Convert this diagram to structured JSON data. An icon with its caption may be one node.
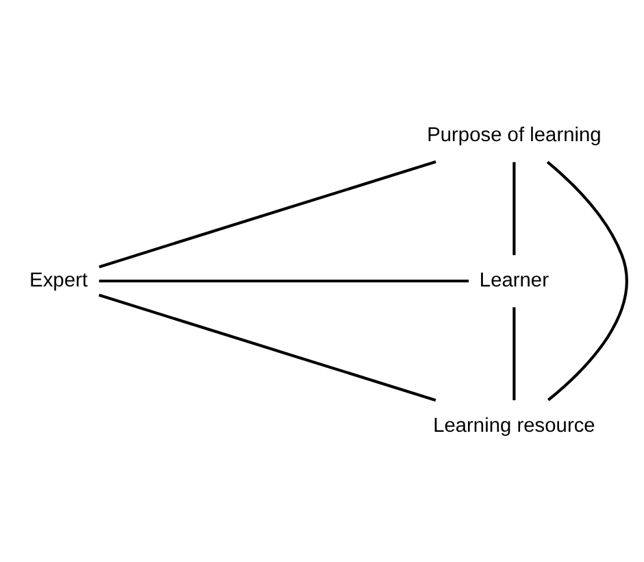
{
  "diagram": {
    "nodes": [
      {
        "text": [
          "Purpose of learning"
        ]
      },
      {
        "text": [
          "Expert"
        ]
      },
      {
        "text": [
          "Learner"
        ]
      },
      {
        "text": [
          "Learning resource"
        ]
      }
    ],
    "edges": [
      {
        "from": 0,
        "to": 1,
        "arrow": "none"
      },
      {
        "from": 0,
        "to": 2,
        "arrow": "none"
      },
      {
        "from": 0,
        "to": 3,
        "arrow": "none"
      },
      {
        "from": 1,
        "to": 2,
        "arrow": "none"
      },
      {
        "from": 1,
        "to": 3,
        "arrow": "none"
      },
      {
        "from": 2,
        "to": 3,
        "arrow": "none"
      }
    ]
  }
}
